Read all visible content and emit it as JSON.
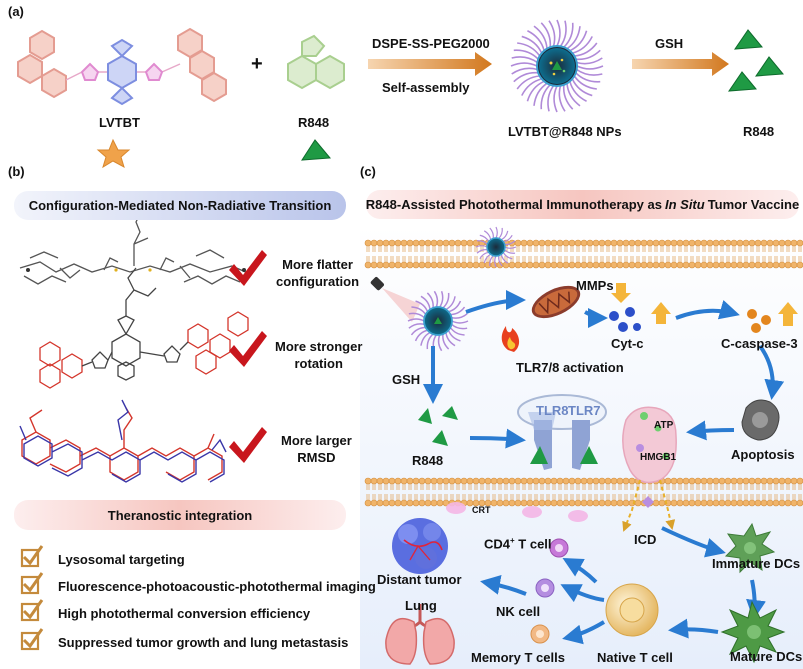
{
  "panel_a": {
    "label": "(a)",
    "molecule1": "LVTBT",
    "plus": "+",
    "molecule2": "R848",
    "reagent": "DSPE-SS-PEG2000",
    "process": "Self-assembly",
    "nanoparticle": "LVTBT@R848 NPs",
    "trigger": "GSH",
    "released": "R848"
  },
  "panel_b": {
    "label": "(b)",
    "header": "Configuration-Mediated Non-Radiative Transition",
    "features": [
      "More flatter configuration",
      "More stronger rotation",
      "More larger RMSD"
    ],
    "feature_lines": [
      [
        "More flatter",
        "configuration"
      ],
      [
        "More stronger",
        "rotation"
      ],
      [
        "More larger",
        "RMSD"
      ]
    ],
    "header2": "Theranostic integration",
    "checklist": [
      "Lysosomal targeting",
      "Fluorescence-photoacoustic-photothermal imaging",
      "High photothermal conversion efficiency",
      "Suppressed tumor growth and lung metastasis"
    ]
  },
  "panel_c": {
    "label": "(c)",
    "header_pre": "R848-Assisted Photothermal Immunotherapy as ",
    "header_em": "In Situ",
    "header_post": " Tumor Vaccine",
    "mmps": "MMPs",
    "tlr_activation": "TLR7/8 activation",
    "cytc": "Cyt-c",
    "caspase": "C-caspase-3",
    "gsh": "GSH",
    "r848": "R848",
    "tlr8": "TLR8",
    "tlr7": "TLR7",
    "atp": "ATP",
    "hmgb1": "HMGB1",
    "apoptosis": "Apoptosis",
    "crt": "CRT",
    "icd": "ICD",
    "cd4_prefix": "CD4",
    "cd4_sup": "+",
    "cd4_suffix": " T cell",
    "distant_tumor": "Distant tumor",
    "lung": "Lung",
    "nk": "NK cell",
    "immature": "Immature DCs",
    "mature": "Mature DCs",
    "native": "Native T cell",
    "memory": "Memory T cells"
  },
  "colors": {
    "pill_blue": "#c9d2ee",
    "pill_red": "#f7c9c3",
    "check_red": "#c8161d",
    "arrow_blue": "#2a7bd1",
    "triangle_green": "#1f9a44",
    "membrane": "#f0b46a"
  }
}
